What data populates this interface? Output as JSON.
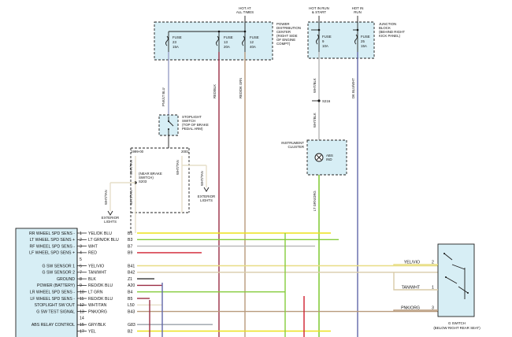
{
  "pdc": {
    "hot_label": [
      "HOT AT",
      "ALL TIMES"
    ],
    "name": [
      "POWER",
      "DISTRIBUTION",
      "CENTER",
      "(RIGHT SIDE",
      "OF ENGINE",
      "COMPT)"
    ],
    "fuses": [
      {
        "label": "FUSE",
        "number": "23",
        "amps": "15A"
      },
      {
        "label": "FUSE",
        "number": "13",
        "amps": "20A"
      },
      {
        "label": "FUSE",
        "number": "12",
        "amps": "40A"
      }
    ]
  },
  "junction": {
    "hot_run_start": [
      "HOT IN RUN",
      "& START"
    ],
    "hot_run": [
      "HOT IN",
      "RUN"
    ],
    "name": [
      "JUNCTION",
      "BLOCK",
      "(BEHIND RIGHT",
      "KICK PANEL)"
    ],
    "fuses": [
      {
        "label": "FUSE",
        "number": "9",
        "amps": "10A"
      },
      {
        "label": "FUSE",
        "number": "25",
        "amps": "15A"
      }
    ]
  },
  "wire_labels": {
    "pnk_blu": "PNK/LT BLU",
    "red_blk": "RED/BLK",
    "red_grn": "RED/DK GRN",
    "wht_blk": "WHT/BLK",
    "dk_blu_wht": "DK BLU/WHT",
    "s216": "S216",
    "wht_blk_2": "WHT/BLK",
    "lt_grn_org": "LT GRN/ORG",
    "wht_tan_a": "WHT/TAN",
    "wht_tan_b": "WHT/TAN",
    "wht_tan_c": "WHT/TAN",
    "wht_tan_d": "WHT/TAN",
    "wht_tan_e": "WHT/TAN"
  },
  "stoplight": {
    "name": [
      "STOPLIGHT",
      "SWITCH",
      "(TOP OF BRAKE",
      "PEDAL ARM)"
    ]
  },
  "years": {
    "y1": "1999-00",
    "y2": "2001"
  },
  "splice_s203": [
    "(NEAR BRAKE",
    "SWITCH)",
    "S203"
  ],
  "ext_lights_left": [
    "EXTERIOR",
    "LIGHTS"
  ],
  "ext_lights_right": [
    "EXTERIOR",
    "LIGHTS"
  ],
  "cluster": {
    "name": [
      "INSTRUMENT",
      "CLUSTER"
    ],
    "ind": [
      "ABS",
      "IND"
    ]
  },
  "module": {
    "signals": [
      "RR WHEEL SPD SENS -",
      "LT WHEEL SPD SENS +",
      "RF WHEEL SPD SENS -",
      "LF WHEEL SPD SENS +",
      "",
      "G SW SENSOR 1",
      "G SW SENSOR 2",
      "GROUND",
      "POWER (BATTERY)",
      "LR WHEEL SPD SENS -",
      "LF WHEEL SPD SENS -",
      "STOPLIGHT SW OUT",
      "G SW TEST SIGNAL",
      "",
      "ABS RELAY CONTROL"
    ],
    "pins": [
      {
        "n": "1",
        "wire": "YEL/DK BLU",
        "cav": "B1"
      },
      {
        "n": "2",
        "wire": "LT GRN/DK BLU",
        "cav": "B3"
      },
      {
        "n": "3",
        "wire": "WHT",
        "cav": "B7"
      },
      {
        "n": "4",
        "wire": "RED",
        "cav": "B9"
      },
      {
        "n": "5",
        "wire": "",
        "cav": ""
      },
      {
        "n": "6",
        "wire": "YEL/VIO",
        "cav": "B41"
      },
      {
        "n": "7",
        "wire": "TAN/WHT",
        "cav": "B42"
      },
      {
        "n": "8",
        "wire": "BLK",
        "cav": "Z1"
      },
      {
        "n": "9",
        "wire": "RED/DK BLU",
        "cav": "A20"
      },
      {
        "n": "10",
        "wire": "LT GRN",
        "cav": "B4"
      },
      {
        "n": "11",
        "wire": "RED/DK BLU",
        "cav": "B5"
      },
      {
        "n": "12",
        "wire": "WHT/TAN",
        "cav": "L50"
      },
      {
        "n": "13",
        "wire": "PNK/ORG",
        "cav": "B43"
      },
      {
        "n": "14",
        "wire": "",
        "cav": ""
      },
      {
        "n": "15",
        "wire": "GRY/BLK",
        "cav": "G83"
      },
      {
        "n": "17",
        "wire": "YEL",
        "cav": "B2"
      }
    ]
  },
  "gswitch": {
    "wires": [
      {
        "wire": "YEL/VIO",
        "pin": "2"
      },
      {
        "wire": "TAN/WHT",
        "pin": "1"
      },
      {
        "wire": "PNK/ORG",
        "pin": "3"
      }
    ],
    "name": [
      "G SWITCH",
      "(BELOW RIGHT REAR SEAT)"
    ]
  },
  "colors": {
    "pnk_lt_blu": "#9aa0c8",
    "red_blk": "#9b2e44",
    "red_grn": "#b89a7c",
    "wht_blk": "#b6b6b6",
    "dk_blu_wht": "#6066a8",
    "lt_grn_org": "#86cc3c",
    "wht_tan": "#e6dfc9",
    "yellow": "#ece21c",
    "yel_vio": "#e8dd84",
    "tan_wht": "#d9cba9",
    "red": "#d01f2f",
    "gry_blk": "#9aa0a8"
  }
}
